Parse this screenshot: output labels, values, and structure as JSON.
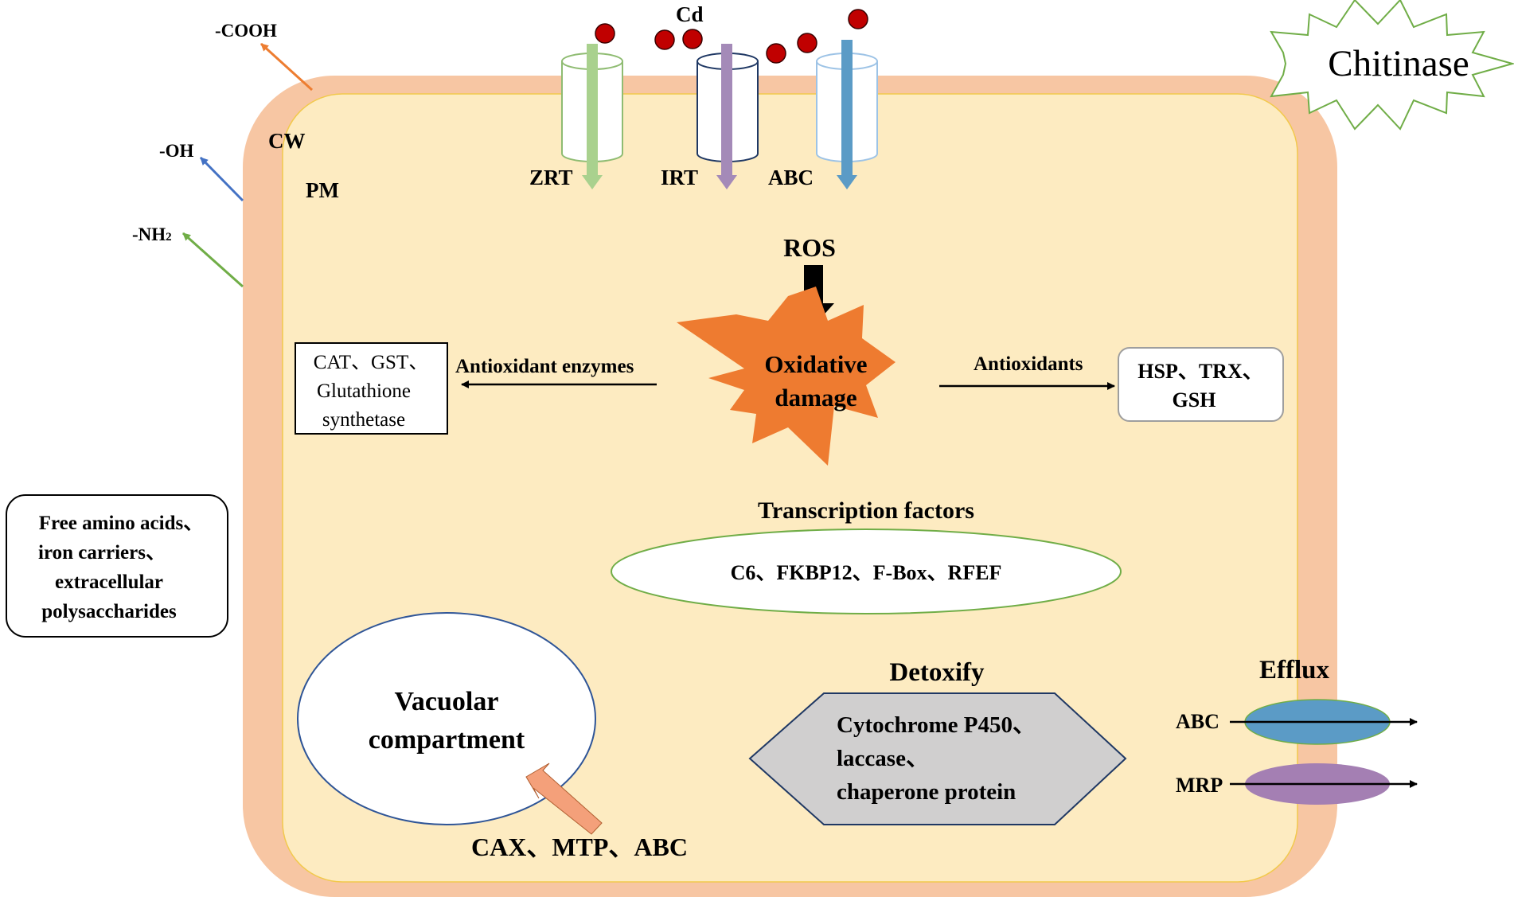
{
  "colors": {
    "cell_wall": "#f7c6a3",
    "cytoplasm": "#fdebc1",
    "membrane_edge": "#f2c94c",
    "cadmium": "#c00000",
    "oxidative_star": "#ee7b30",
    "zrt": "#a9d18e",
    "irt": "#a48ab8",
    "abc_channel": "#5b9bc6",
    "efflux_abc": "#5b9bc6",
    "efflux_mrp": "#a47fb3",
    "hexagon": "#d0cfcf",
    "cooh_arrow": "#ed7d31",
    "oh_arrow": "#4472c4",
    "nh2_arrow": "#70ad47"
  },
  "labels": {
    "cooh": "-COOH",
    "oh": "-OH",
    "nh2": "-NH",
    "nh2_sub": "2",
    "cw": "CW",
    "pm": "PM",
    "cd": "Cd",
    "zrt": "ZRT",
    "irt": "IRT",
    "abc_top": "ABC",
    "chitinase": "Chitinase",
    "ros": "ROS",
    "oxidative_1": "Oxidative",
    "oxidative_2": "damage",
    "antioxidant_enzymes": "Antioxidant  enzymes",
    "antioxidants": "Antioxidants",
    "enzymes_box": [
      "CAT、GST、",
      "Glutathione",
      "synthetase"
    ],
    "hsp_box": [
      "HSP、TRX、",
      "GSH"
    ],
    "extracellular_box": [
      "Free amino acids、",
      "iron carriers、",
      "extracellular",
      "polysaccharides"
    ],
    "transcription_factors": "Transcription factors",
    "tf_list": "C6、FKBP12、F-Box、RFEF",
    "vacuole": [
      "Vacuolar",
      "compartment"
    ],
    "vacuole_transporters": "CAX、MTP、ABC",
    "detoxify": "Detoxify",
    "detox_list": [
      "Cytochrome P450、",
      "laccase、",
      "chaperone protein"
    ],
    "efflux": "Efflux",
    "efflux_abc": "ABC",
    "efflux_mrp": "MRP"
  }
}
